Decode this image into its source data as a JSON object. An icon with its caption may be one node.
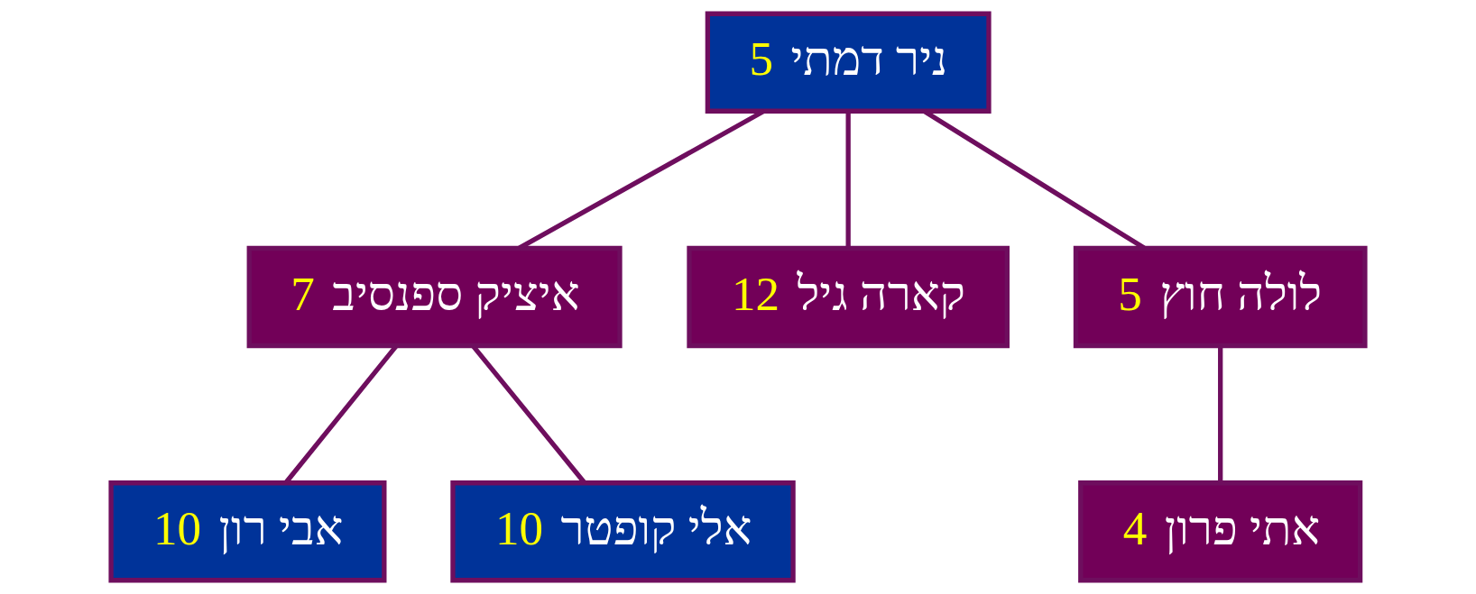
{
  "diagram": {
    "nodes": [
      {
        "text": [
          "ניר דמתי",
          "5"
        ]
      },
      {
        "text": [
          "איציק ספנסיב",
          "7"
        ]
      },
      {
        "text": [
          "קארה גיל",
          "12"
        ]
      },
      {
        "text": [
          "לולה חוץ",
          "5"
        ]
      },
      {
        "text": [
          "אבי רון",
          "10"
        ]
      },
      {
        "text": [
          "אלי קופטר",
          "10"
        ]
      },
      {
        "text": [
          "אתי פרון",
          "4"
        ]
      }
    ],
    "edges": [
      {
        "from": 0,
        "to": 1,
        "arrow": "none"
      },
      {
        "from": 0,
        "to": 2,
        "arrow": "none"
      },
      {
        "from": 0,
        "to": 3,
        "arrow": "none"
      },
      {
        "from": 1,
        "to": 4,
        "arrow": "none"
      },
      {
        "from": 1,
        "to": 5,
        "arrow": "none"
      },
      {
        "from": 3,
        "to": 6,
        "arrow": "none"
      }
    ]
  }
}
